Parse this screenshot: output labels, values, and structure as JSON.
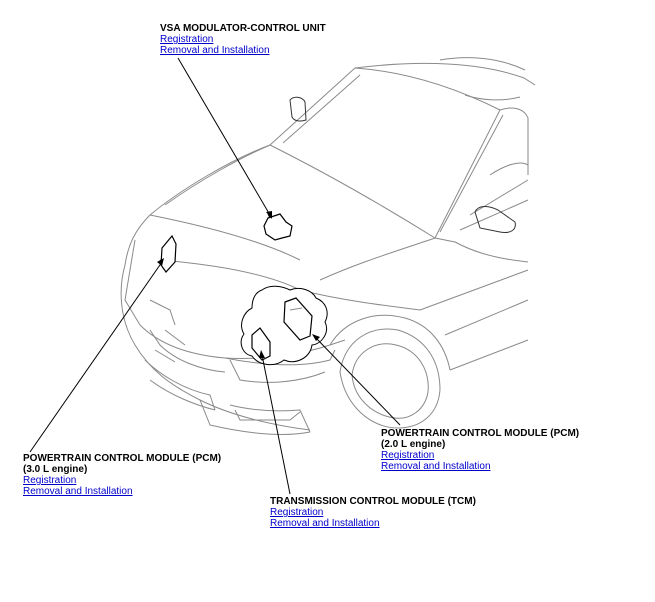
{
  "callouts": {
    "vsa": {
      "title": "VSA MODULATOR-CONTROL UNIT",
      "links": [
        "Registration",
        "Removal and Installation"
      ]
    },
    "pcm30": {
      "title": "POWERTRAIN CONTROL MODULE (PCM)",
      "subtitle": "(3.0 L engine)",
      "links": [
        "Registration",
        "Removal and Installation"
      ]
    },
    "pcm20": {
      "title": "POWERTRAIN CONTROL MODULE (PCM)",
      "subtitle": "(2.0 L engine)",
      "links": [
        "Registration",
        "Removal and Installation"
      ]
    },
    "tcm": {
      "title": "TRANSMISSION CONTROL MODULE (TCM)",
      "links": [
        "Registration",
        "Removal and Installation"
      ]
    }
  },
  "colors": {
    "link": "#0000cc",
    "outline": "#8a8a8a",
    "leader": "#000000"
  }
}
